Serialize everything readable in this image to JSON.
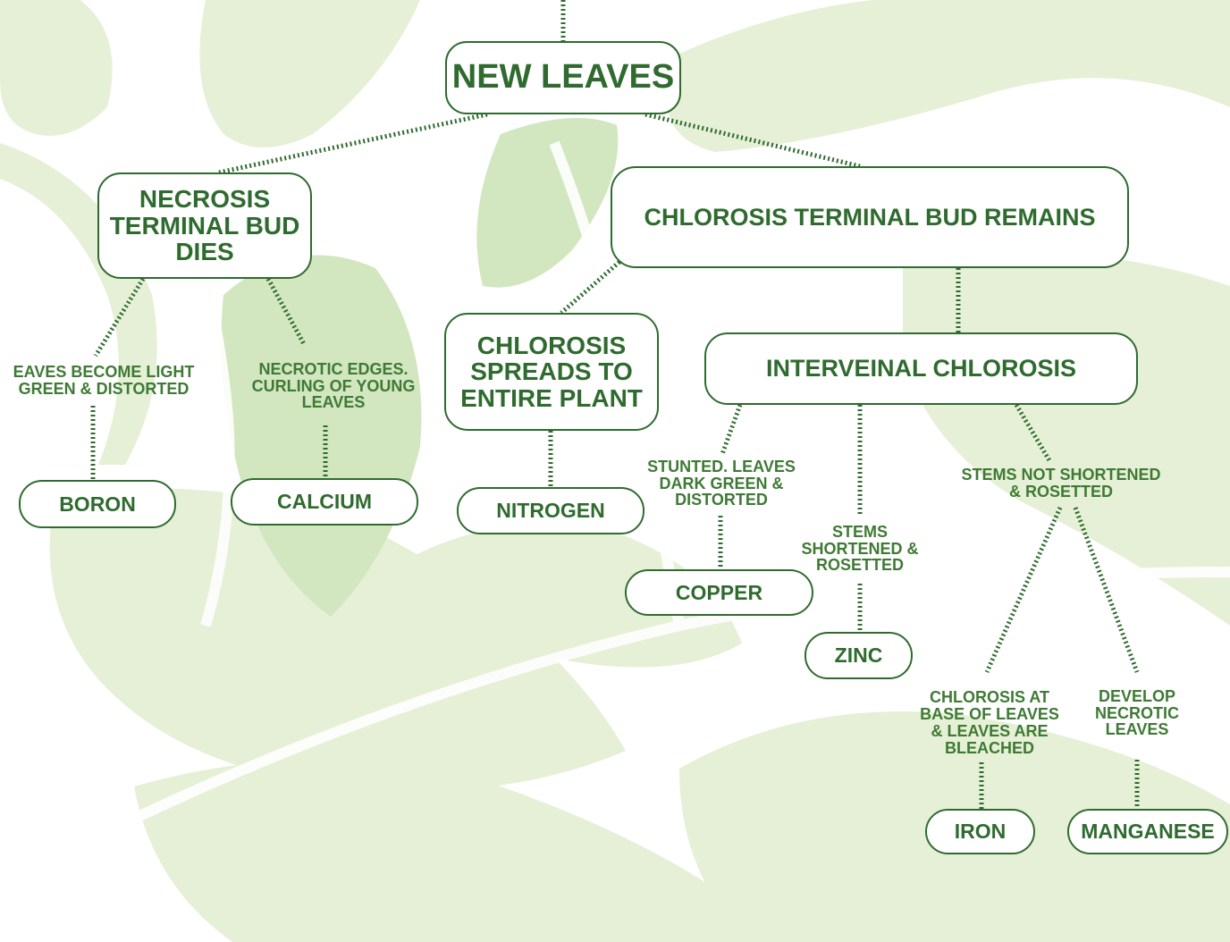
{
  "colors": {
    "box_border": "#2f6b2f",
    "text": "#2f6b2f",
    "label_text": "#3f7a35",
    "connector": "#2f6b2f",
    "leaf_light": "#e6f0d6",
    "leaf_mid": "#d2e6bf"
  },
  "root": {
    "label": "NEW LEAVES"
  },
  "necrosis": {
    "label": "NECROSIS\nTERMINAL BUD\nDIES"
  },
  "chlorosis_terminal": {
    "label": "CHLOROSIS TERMINAL BUD REMAINS"
  },
  "chlorosis_spreads": {
    "label": "CHLOROSIS\nSPREADS TO\nENTIRE PLANT"
  },
  "interveinal": {
    "label": "INTERVEINAL CHLOROSIS"
  },
  "labels": {
    "boron_symptom": "EAVES BECOME LIGHT\nGREEN & DISTORTED",
    "calcium_symptom": "NECROTIC EDGES.\nCURLING OF YOUNG\nLEAVES",
    "copper_symptom": "STUNTED. LEAVES\nDARK GREEN &\nDISTORTED",
    "zinc_symptom": "STEMS\nSHORTENED &\nROSETTED",
    "not_shortened": "STEMS NOT SHORTENED\n& ROSETTED",
    "iron_symptom": "CHLOROSIS AT\nBASE OF LEAVES\n& LEAVES ARE\nBLEACHED",
    "manganese_symptom": "DEVELOP\nNECROTIC\nLEAVES"
  },
  "nutrients": {
    "boron": "BORON",
    "calcium": "CALCIUM",
    "nitrogen": "NITROGEN",
    "copper": "COPPER",
    "zinc": "ZINC",
    "iron": "IRON",
    "manganese": "MANGANESE"
  }
}
